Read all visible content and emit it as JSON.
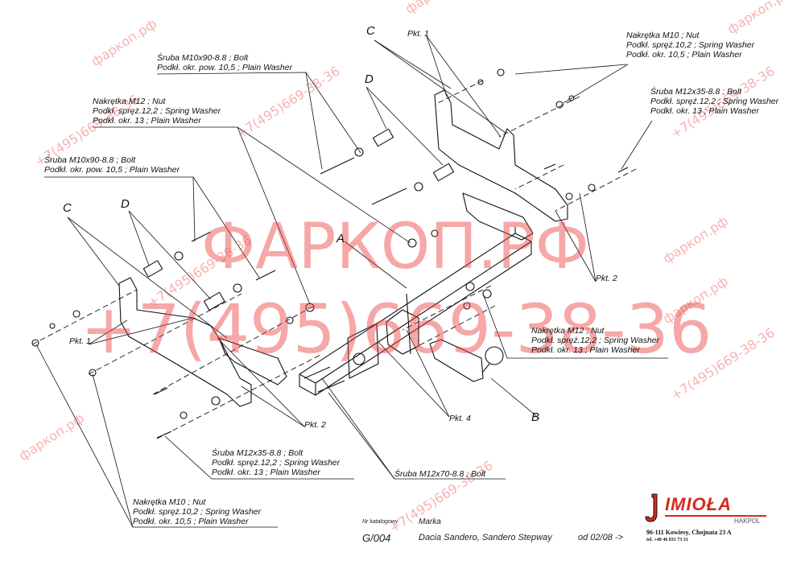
{
  "labels": {
    "nut_m10_top": [
      "Nakrętka M10 ; Nut",
      "Podkł. spręż.10,2 ; Spring Washer",
      "Podkł. okr. 10,5 ; Plain Washer"
    ],
    "bolt_m12x35_right": [
      "Śruba M12x35-8.8 ; Bolt",
      "Podkł. spręż.12,2 ; Spring Washer",
      "Podkł. okr. 13 ; Plain Washer"
    ],
    "bolt_m10x90_top": [
      "Śruba M10x90-8.8 ; Bolt",
      "Podkł. okr. pow. 10,5 ; Plain Washer"
    ],
    "nut_m12_top": [
      "Nakrętka M12 ; Nut",
      "Podkł. spręż.12,2 ; Spring Washer",
      "Podkł. okr. 13 ; Plain Washer"
    ],
    "bolt_m10x90_left": [
      "Śruba M10x90-8.8 ; Bolt",
      "Podkł. okr. pow. 10,5 ; Plain Washer"
    ],
    "nut_m12_right": [
      "Nakrętka M12 ; Nut",
      "Podkł. spręż.12,2 ; Spring Washer",
      "Podkł. okr. 13 ; Plain Washer"
    ],
    "bolt_m12x35_bottom": [
      "Śruba M12x35-8.8 ; Bolt",
      "Podkł. spręż.12,2 ; Spring Washer",
      "Podkł. okr. 13 ; Plain Washer"
    ],
    "bolt_m12x70": [
      "Śruba M12x70-8.8 ; Bolt"
    ],
    "nut_m10_bottom": [
      "Nakrętka M10 ; Nut",
      "Podkł. spręż.10,2 ; Spring Washer",
      "Podkł. okr. 10,5 ; Plain Washer"
    ]
  },
  "points": {
    "pkt1_top": "Pkt. 1",
    "pkt1_left": "Pkt. 1",
    "pkt2_right": "Pkt. 2",
    "pkt2_bottom": "Pkt. 2",
    "pkt4": "Pkt. 4"
  },
  "letters": {
    "c_top": "C",
    "d_top": "D",
    "c_left": "C",
    "d_left": "D",
    "a": "A",
    "b": "B"
  },
  "watermark": {
    "big_name": "ФАРКОП.РФ",
    "big_phone": "+7(495)669-38-36",
    "small_site": "фаркоп.рф",
    "small_phone": "+7(495)669-38-36"
  },
  "footer": {
    "catalog_label": "Nr katalogowy",
    "catalog_number": "G/004",
    "make_label": "Marka",
    "model": "Dacia Sandero, Sandero Stepway",
    "date": "od  02/08 ->"
  },
  "brand": {
    "logo": "IMIOŁA",
    "sub": "HAKPOL",
    "address": "96-111 Kowiesy, Chojnata 23 A",
    "phone": "tel. +48 46 831 73 31",
    "accent": "#d42a1e"
  },
  "colors": {
    "line": "#111111",
    "watermark": "#eb3c3c"
  }
}
